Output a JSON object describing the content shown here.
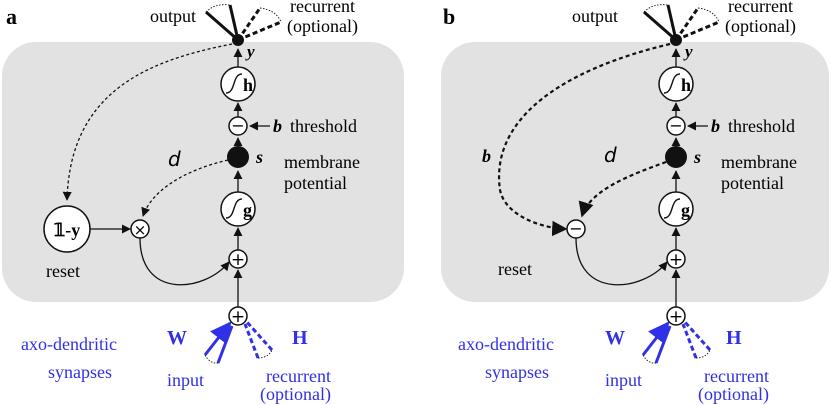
{
  "colors": {
    "panel": "#e2e2e2",
    "ink": "#111111",
    "blue": "#3030e6"
  },
  "panels": [
    {
      "letter": "a",
      "output": "output",
      "recurrent_top": [
        "recurrent",
        "(optional)"
      ],
      "y": "y",
      "h": "h",
      "minus": "−",
      "threshold_b": "b",
      "threshold": "threshold",
      "d": "d",
      "s": "s",
      "membrane": [
        "membrane",
        "potential"
      ],
      "g": "g",
      "times": "×",
      "one_minus_y": "𝟙-y",
      "reset": "reset",
      "plus": "+",
      "synapse_label": [
        "axo-dendritic",
        "synapses"
      ],
      "W": "W",
      "input": "input",
      "H": "H",
      "recurrent_bottom": [
        "recurrent",
        "(optional)"
      ]
    },
    {
      "letter": "b",
      "output": "output",
      "recurrent_top": [
        "recurrent",
        "(optional)"
      ],
      "y": "y",
      "h": "h",
      "minus": "−",
      "threshold_b": "b",
      "threshold": "threshold",
      "d": "d",
      "s": "s",
      "membrane": [
        "membrane",
        "potential"
      ],
      "g": "g",
      "reset_b": "b",
      "reset_minus": "−",
      "reset": "reset",
      "plus": "+",
      "synapse_label": [
        "axo-dendritic",
        "synapses"
      ],
      "W": "W",
      "input": "input",
      "H": "H",
      "recurrent_bottom": [
        "recurrent",
        "(optional)"
      ]
    }
  ]
}
